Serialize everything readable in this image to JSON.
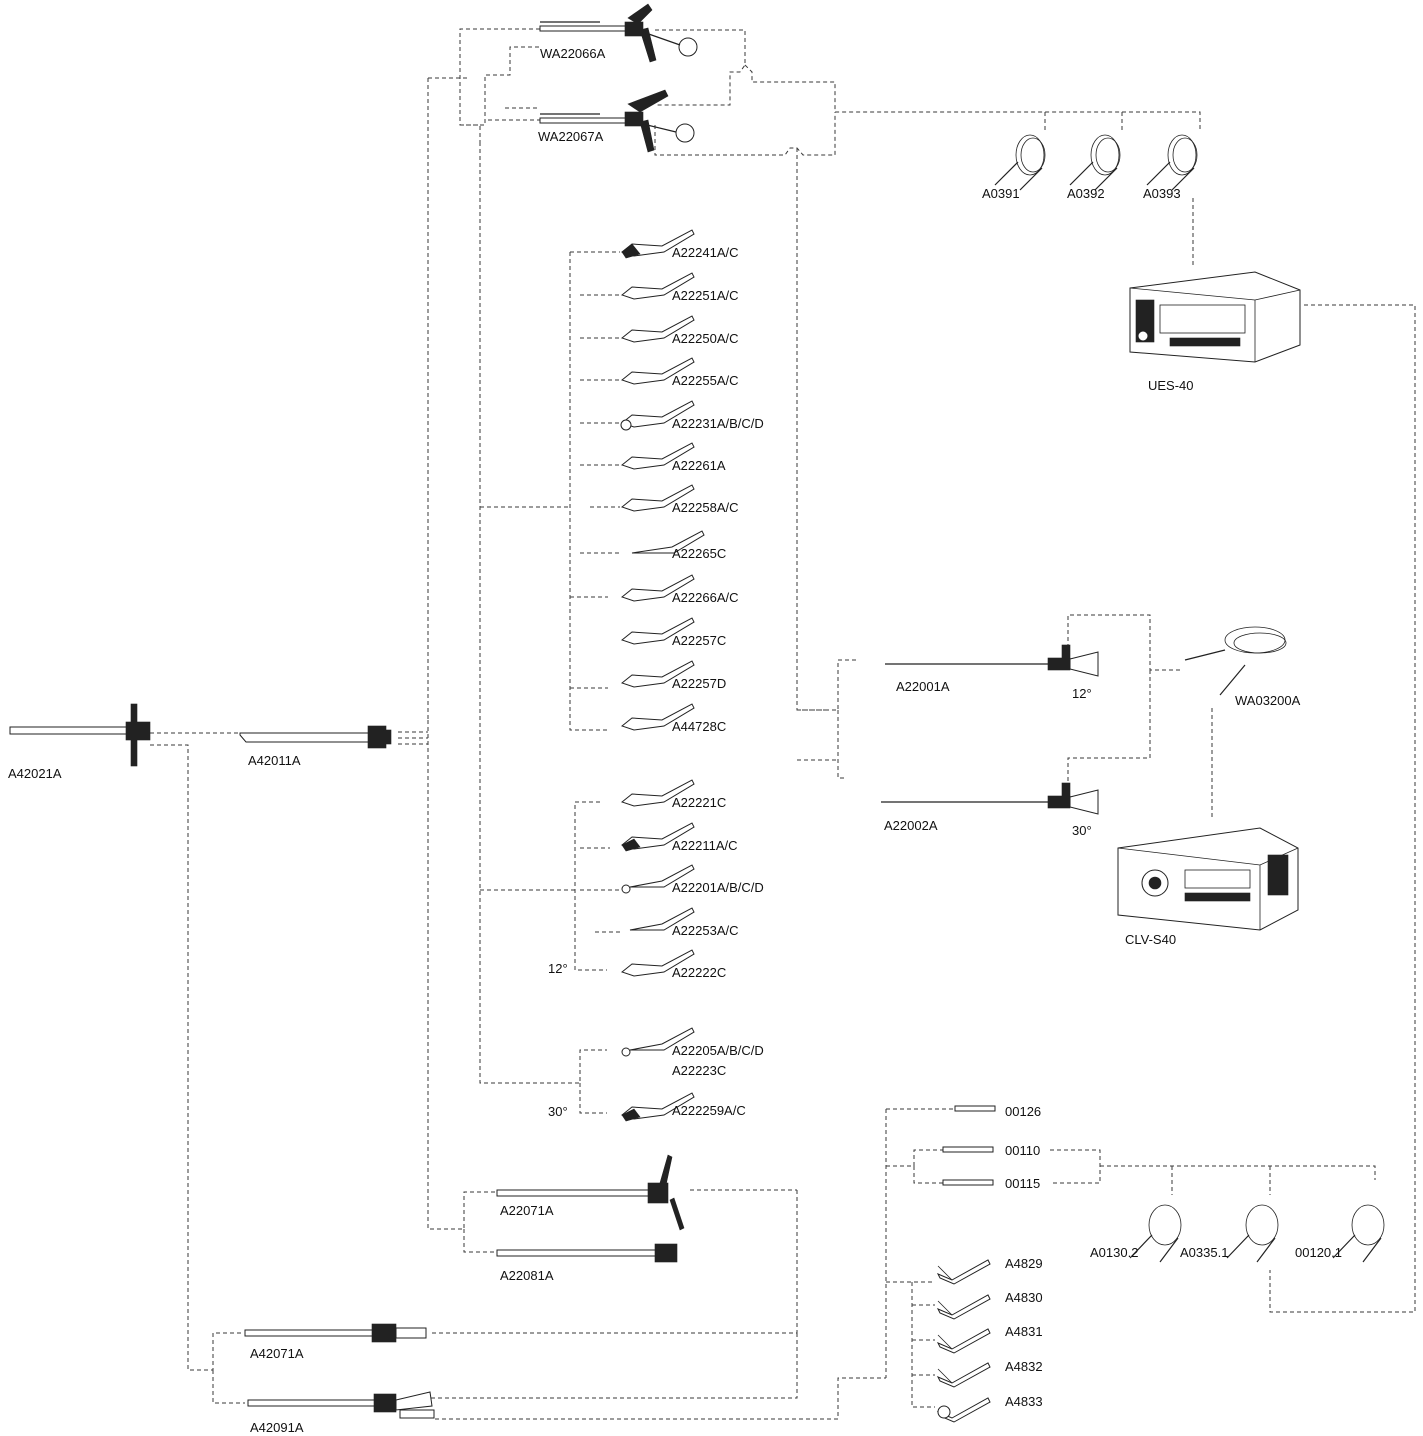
{
  "instruments": {
    "wa22066a": "WA22066A",
    "wa22067a": "WA22067A",
    "a42021a": "A42021A",
    "a42011a": "A42011A",
    "a22071a": "A22071A",
    "a22081a": "A22081A",
    "a42071a": "A42071A",
    "a42091a": "A42091A"
  },
  "cables": {
    "a0391": "A0391",
    "a0392": "A0392",
    "a0393": "A0393",
    "wa03200a": "WA03200A",
    "a0130_2": "A0130.2",
    "a0335_1": "A0335.1",
    "o0120_1": "00120.1"
  },
  "units": {
    "ues40": "UES-40",
    "clvs40": "CLV-S40"
  },
  "telescopes": {
    "a22001a": "A22001A",
    "a22001a_angle": "12°",
    "a22002a": "A22002A",
    "a22002a_angle": "30°"
  },
  "electrodes_group1": [
    "A22241A/C",
    "A22251A/C",
    "A22250A/C",
    "A22255A/C",
    "A22231A/B/C/D",
    "A22261A",
    "A22258A/C",
    "A22265C",
    "A22266A/C",
    "A22257C",
    "A22257D",
    "A44728C"
  ],
  "electrodes_group2": [
    "A22221C",
    "A22211A/C",
    "A22201A/B/C/D",
    "A22253A/C",
    "A22222C"
  ],
  "group2_angle": "12°",
  "electrodes_group3": [
    "A22205A/B/C/D",
    "A22223C",
    "A222259A/C"
  ],
  "group3_angle": "30°",
  "inserts": [
    "00126",
    "00110",
    "00115"
  ],
  "forceps": [
    "A4829",
    "A4830",
    "A4831",
    "A4832",
    "A4833"
  ]
}
